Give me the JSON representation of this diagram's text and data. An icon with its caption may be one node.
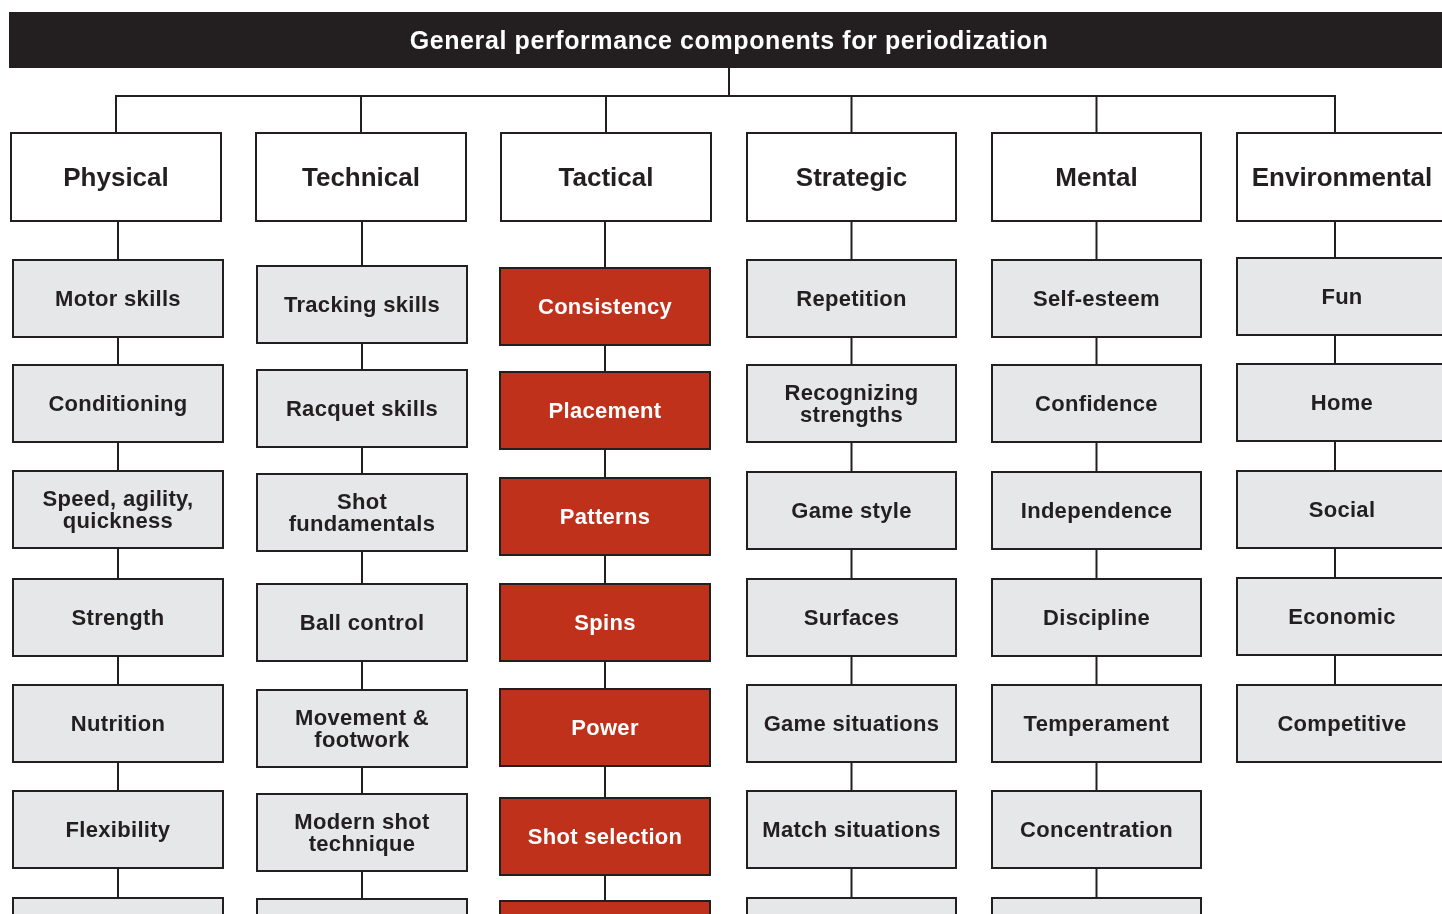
{
  "diagram": {
    "nodes": [
      {
        "text": [
          "General performance components for periodization"
        ]
      },
      {
        "text": [
          "Physical"
        ]
      },
      {
        "text": [
          "Technical"
        ]
      },
      {
        "text": [
          "Tactical"
        ]
      },
      {
        "text": [
          "Strategic"
        ]
      },
      {
        "text": [
          "Mental"
        ]
      },
      {
        "text": [
          "Environmental"
        ]
      },
      {
        "text": [
          "Motor skills"
        ]
      },
      {
        "text": [
          "Conditioning"
        ]
      },
      {
        "text": [
          "Speed, agility, quickness"
        ]
      },
      {
        "text": [
          "Strength"
        ]
      },
      {
        "text": [
          "Nutrition"
        ]
      },
      {
        "text": [
          "Flexibility"
        ]
      },
      {
        "text": [],
        "shape": "box"
      },
      {
        "text": [
          "Tracking skills"
        ]
      },
      {
        "text": [
          "Racquet skills"
        ]
      },
      {
        "text": [
          "Shot fundamentals"
        ]
      },
      {
        "text": [
          "Ball control"
        ]
      },
      {
        "text": [
          "Movement & footwork"
        ]
      },
      {
        "text": [
          "Modern shot technique"
        ]
      },
      {
        "text": [],
        "shape": "box"
      },
      {
        "text": [
          "Consistency"
        ]
      },
      {
        "text": [
          "Placement"
        ]
      },
      {
        "text": [
          "Patterns"
        ]
      },
      {
        "text": [
          "Spins"
        ]
      },
      {
        "text": [
          "Power"
        ]
      },
      {
        "text": [
          "Shot selection"
        ]
      },
      {
        "text": [],
        "shape": "box"
      },
      {
        "text": [
          "Repetition"
        ]
      },
      {
        "text": [
          "Recognizing strengths"
        ]
      },
      {
        "text": [
          "Game style"
        ]
      },
      {
        "text": [
          "Surfaces"
        ]
      },
      {
        "text": [
          "Game situations"
        ]
      },
      {
        "text": [
          "Match situations"
        ]
      },
      {
        "text": [],
        "shape": "box"
      },
      {
        "text": [
          "Self-esteem"
        ]
      },
      {
        "text": [
          "Confidence"
        ]
      },
      {
        "text": [
          "Independence"
        ]
      },
      {
        "text": [
          "Discipline"
        ]
      },
      {
        "text": [
          "Temperament"
        ]
      },
      {
        "text": [
          "Concentration"
        ]
      },
      {
        "text": [],
        "shape": "box"
      },
      {
        "text": [
          "Fun"
        ]
      },
      {
        "text": [
          "Home"
        ]
      },
      {
        "text": [
          "Social"
        ]
      },
      {
        "text": [
          "Economic"
        ]
      },
      {
        "text": [
          "Competitive"
        ]
      }
    ],
    "edges": [
      {
        "from": 0,
        "to": 1,
        "arrow": "none"
      },
      {
        "from": 0,
        "to": 2,
        "arrow": "none"
      },
      {
        "from": 0,
        "to": 3,
        "arrow": "none"
      },
      {
        "from": 0,
        "to": 4,
        "arrow": "none"
      },
      {
        "from": 0,
        "to": 5,
        "arrow": "none"
      },
      {
        "from": 0,
        "to": 6,
        "arrow": "none"
      },
      {
        "from": 1,
        "to": 7,
        "arrow": "none"
      },
      {
        "from": 7,
        "to": 8,
        "arrow": "none"
      },
      {
        "from": 8,
        "to": 9,
        "arrow": "none"
      },
      {
        "from": 9,
        "to": 10,
        "arrow": "none"
      },
      {
        "from": 10,
        "to": 11,
        "arrow": "none"
      },
      {
        "from": 11,
        "to": 12,
        "arrow": "none"
      },
      {
        "from": 12,
        "to": 13,
        "arrow": "none"
      },
      {
        "from": 2,
        "to": 14,
        "arrow": "none"
      },
      {
        "from": 14,
        "to": 15,
        "arrow": "none"
      },
      {
        "from": 15,
        "to": 16,
        "arrow": "none"
      },
      {
        "from": 16,
        "to": 17,
        "arrow": "none"
      },
      {
        "from": 17,
        "to": 18,
        "arrow": "none"
      },
      {
        "from": 18,
        "to": 19,
        "arrow": "none"
      },
      {
        "from": 19,
        "to": 20,
        "arrow": "none"
      },
      {
        "from": 3,
        "to": 21,
        "arrow": "none"
      },
      {
        "from": 21,
        "to": 22,
        "arrow": "none"
      },
      {
        "from": 22,
        "to": 23,
        "arrow": "none"
      },
      {
        "from": 23,
        "to": 24,
        "arrow": "none"
      },
      {
        "from": 24,
        "to": 25,
        "arrow": "none"
      },
      {
        "from": 25,
        "to": 26,
        "arrow": "none"
      },
      {
        "from": 26,
        "to": 27,
        "arrow": "none"
      },
      {
        "from": 4,
        "to": 28,
        "arrow": "none"
      },
      {
        "from": 28,
        "to": 29,
        "arrow": "none"
      },
      {
        "from": 29,
        "to": 30,
        "arrow": "none"
      },
      {
        "from": 30,
        "to": 31,
        "arrow": "none"
      },
      {
        "from": 31,
        "to": 32,
        "arrow": "none"
      },
      {
        "from": 32,
        "to": 33,
        "arrow": "none"
      },
      {
        "from": 33,
        "to": 34,
        "arrow": "none"
      },
      {
        "from": 5,
        "to": 35,
        "arrow": "none"
      },
      {
        "from": 35,
        "to": 36,
        "arrow": "none"
      },
      {
        "from": 36,
        "to": 37,
        "arrow": "none"
      },
      {
        "from": 37,
        "to": 38,
        "arrow": "none"
      },
      {
        "from": 38,
        "to": 39,
        "arrow": "none"
      },
      {
        "from": 39,
        "to": 40,
        "arrow": "none"
      },
      {
        "from": 40,
        "to": 41,
        "arrow": "none"
      },
      {
        "from": 6,
        "to": 42,
        "arrow": "none"
      },
      {
        "from": 42,
        "to": 43,
        "arrow": "none"
      },
      {
        "from": 43,
        "to": 44,
        "arrow": "none"
      },
      {
        "from": 44,
        "to": 45,
        "arrow": "none"
      },
      {
        "from": 45,
        "to": 46,
        "arrow": "none"
      }
    ]
  }
}
